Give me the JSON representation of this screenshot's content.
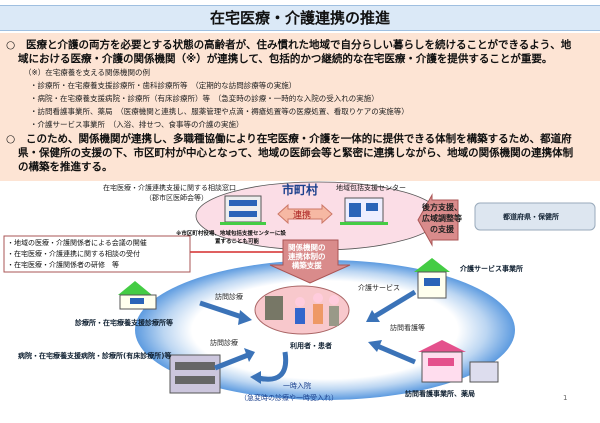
{
  "title": "在宅医療・介護連携の推進",
  "bullet_mark": "○",
  "para1": [
    "医療と介護の両方を必要とする状態の高齢者が、住み慣れた地域で自分らしい暮らしを続けることができるよう、地",
    "域における医療・介護の関係機関（※）が連携して、包括的かつ継続的な在宅医療・介護を提供することが重要。"
  ],
  "note_heading": "（※）在宅療養を支える関係機関の例",
  "note_items": [
    "・診療所・在宅療養支援診療所・歯科診療所等　（定期的な訪問診療等の実施）",
    "・病院・在宅療養支援病院・診療所（有床診療所）等　（急変時の診療・一時的な入院の受入れの実施）",
    "・訪問看護事業所、薬局　（医療機関と連携し、服薬管理や点滴・褥瘡処置等の医療処置、看取りケアの実施等）",
    "・介護サービス事業所　（入浴、排せつ、食事等の介護の実施）"
  ],
  "para2": [
    "このため、関係機関が連携し、多職種協働により在宅医療・介護を一体的に提供できる体制を構築するため、都道府",
    "県・保健所の支援の下、市区町村が中心となって、地域の医師会等と緊密に連携しながら、地域の関係機関の連携体制",
    "の構築を推進する。"
  ],
  "diagram": {
    "consult_window": "在宅医療・介護連携支援に関する相談窓口",
    "consult_sub": "（郡市区医師会等）",
    "municipality": "市町村",
    "support_center": "地域包括支援センター",
    "cooperation": "連携",
    "setup_note": [
      "※市区町村役場、地域包括支援センターに設",
      "置することも可能"
    ],
    "backup": [
      "後方支援、",
      "広域調整等",
      "の支援"
    ],
    "prefecture": "都道府県・保健所",
    "activities": [
      "・地域の医療・介護関係者による会議の開催",
      "・在宅医療・介護連携に関する相談の受付",
      "・在宅医療・介護関係者の研修　等"
    ],
    "build_support": [
      "関係機関の",
      "連携体制の",
      "構築支援"
    ],
    "care_service_office": "介護サービス事業所",
    "care_service": "介護サービス",
    "clinic": "診療所・在宅療養支援診療所等",
    "home_visit1": "訪問診療",
    "home_visit2": "訪問診療",
    "hospital": "病院・在宅療養支援病院・診療所(有床診療所)等",
    "patients": "利用者・患者",
    "nursing": "訪問看護等",
    "nursing_office": "訪問看護事業所、薬局",
    "admission": "一時入院",
    "admission_sub": "（急変時の診療や一時受入れ）"
  },
  "page_number": "1"
}
